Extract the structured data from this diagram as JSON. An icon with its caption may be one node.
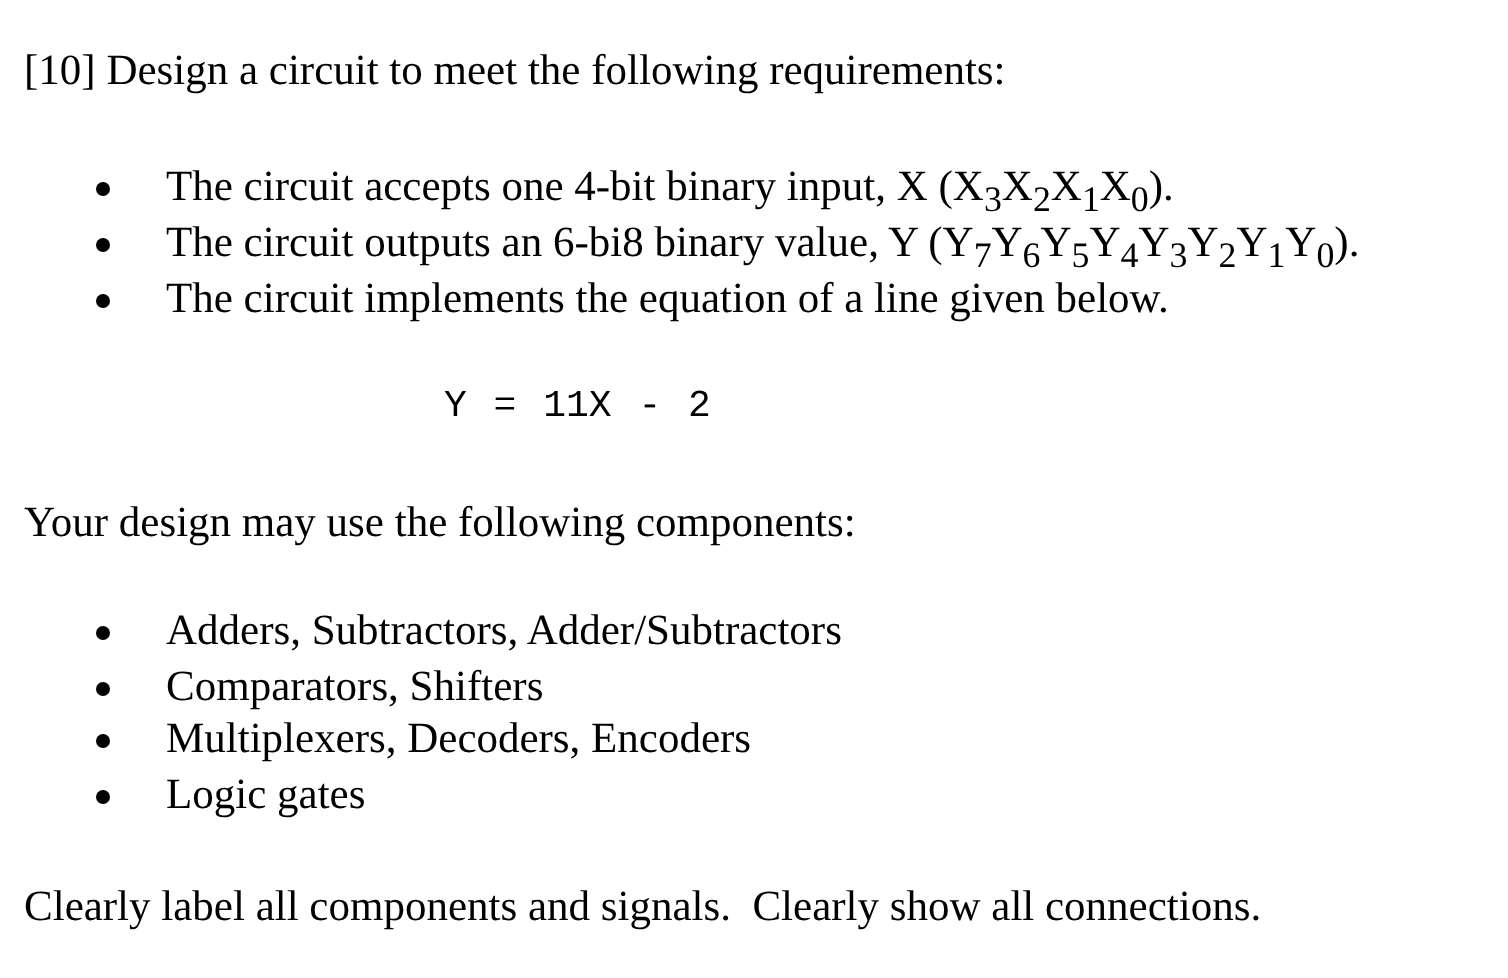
{
  "diagram": {
    "labels": [
      "[10] Design a circuit to meet the following requirements:",
      "The circuit accepts one 4-bit binary input, X (X$_{3}$X$_{2}$X$_{1}$X$_{0}$).",
      "The circuit outputs an 6-bi8 binary value, Y (Y$_{7}$Y$_{6}$Y$_{5}$Y$_{4}$Y$_{3}$Y$_{2}$Y$_{1}$Y$_{0}$).",
      "The circuit implements the equation of a line given below.",
      "Y = 11X - 2",
      "Your design may use the following components:",
      "Adders, Subtractors, Adder/Subtractors",
      "Comparators, Shifters",
      "Multiplexers, Decoders, Encoders",
      "Logic gates",
      "Clearly label all components and signals.  Clearly show all connections."
    ]
  }
}
